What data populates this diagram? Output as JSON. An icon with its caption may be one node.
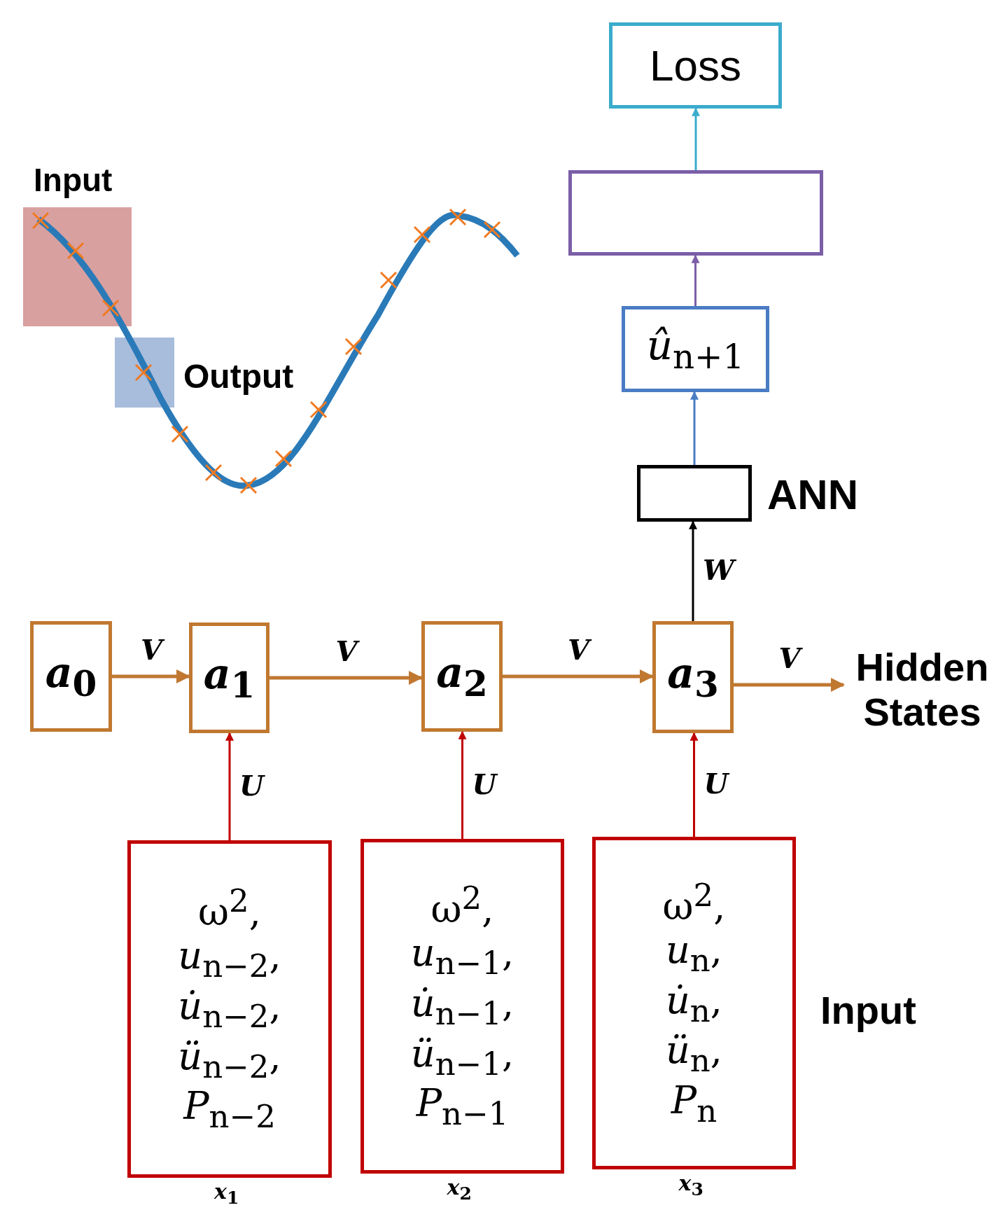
{
  "diagram": {
    "nodes": [
      {
        "text": [
          "Loss"
        ]
      },
      {
        "text": [],
        "shape": "box"
      },
      {
        "text": [
          "*û*$_{n+1}$"
        ]
      },
      {
        "text": [],
        "shape": "box",
        "beside": [
          "ANN"
        ]
      },
      {
        "text": [
          "*a*$_{0}$"
        ]
      },
      {
        "text": [
          "*a*$_{1}$"
        ]
      },
      {
        "text": [
          "*a*$_{2}$"
        ]
      },
      {
        "text": [
          "*a*$_{3}$"
        ]
      },
      {
        "text": [
          "ω$^{2}$,",
          "*u*$_{n−2}$,",
          "*u̇*$_{n−2}$,",
          "*ü*$_{n−2}$,",
          "*P*$_{n−2}$"
        ],
        "beside": [
          "*x*$_{1}$"
        ]
      },
      {
        "text": [
          "ω$^{2}$,",
          "*u*$_{n−1}$,",
          "*u̇*$_{n−1}$,",
          "*ü*$_{n−1}$,",
          "*P*$_{n−1}$"
        ],
        "beside": [
          "*x*$_{2}$"
        ]
      },
      {
        "text": [
          "ω$^{2}$,",
          "*u*$_{n}$,",
          "*u̇*$_{n}$,",
          "*ü*$_{n}$,",
          "*P*$_{n}$"
        ],
        "beside": [
          "*x*$_{3}$"
        ]
      },
      {
        "text": [
          "Hidden States"
        ]
      }
    ],
    "edges": [
      {
        "from": 1,
        "to": 0,
        "arrow": "to",
        "color": "#3aaccc"
      },
      {
        "from": 2,
        "to": 1,
        "arrow": "to",
        "color": "#7b5ea7"
      },
      {
        "from": 3,
        "to": 2,
        "arrow": "to",
        "color": "#4a7cc4"
      },
      {
        "from": 7,
        "to": 3,
        "arrow": "to",
        "label": "W",
        "color": "#000000"
      },
      {
        "from": 4,
        "to": 5,
        "arrow": "to",
        "label": "V",
        "color": "#c07830"
      },
      {
        "from": 5,
        "to": 6,
        "arrow": "to",
        "label": "V",
        "color": "#c07830"
      },
      {
        "from": 6,
        "to": 7,
        "arrow": "to",
        "label": "V",
        "color": "#c07830"
      },
      {
        "from": 7,
        "to": 11,
        "arrow": "to",
        "label": "V",
        "color": "#c07830"
      },
      {
        "from": 8,
        "to": 5,
        "arrow": "to",
        "label": "U",
        "color": "#c00000"
      },
      {
        "from": 9,
        "to": 6,
        "arrow": "to",
        "label": "U",
        "color": "#c00000"
      },
      {
        "from": 10,
        "to": 7,
        "arrow": "to",
        "label": "U",
        "color": "#c00000"
      }
    ],
    "labels": [
      "Input",
      "Output",
      "Input"
    ]
  }
}
